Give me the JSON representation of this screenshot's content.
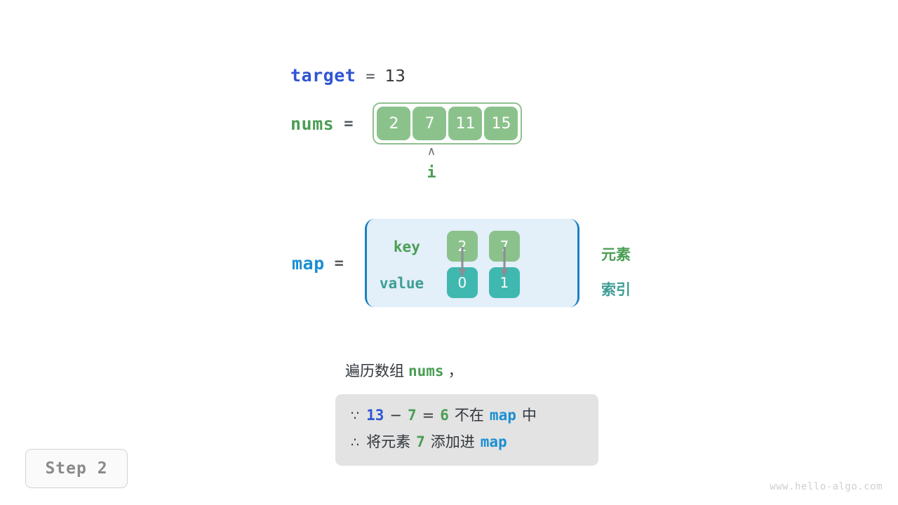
{
  "title": "Two Sum hash map walkthrough",
  "colors": {
    "target_blue": "#2f55d4",
    "nums_green": "#4a9e54",
    "map_blue": "#1b8fd2",
    "cell_green": "#8bc28c",
    "cell_teal": "#3fb8b0",
    "map_bg": "#e3eff9",
    "box_gray": "#e3e3e3"
  },
  "target": {
    "label": "target",
    "equals": "=",
    "value": "13"
  },
  "nums": {
    "label": "nums",
    "equals": "=",
    "values": [
      "2",
      "7",
      "11",
      "15"
    ]
  },
  "pointer": {
    "caret": "∧",
    "name": "i",
    "index": 1
  },
  "map": {
    "label": "map",
    "equals": "=",
    "row_labels": {
      "key": "key",
      "value": "value"
    },
    "entries": [
      {
        "key": "2",
        "value": "0"
      },
      {
        "key": "7",
        "value": "1"
      }
    ],
    "annotations": {
      "element": "元素",
      "index": "索引"
    }
  },
  "caption": {
    "prefix": "遍历数组",
    "code": "nums",
    "suffix": "，"
  },
  "reasoning": {
    "line1": {
      "symbol": "∵",
      "a": "13",
      "minus": "−",
      "b": "7",
      "eq": "=",
      "result": "6",
      "text": "不在",
      "map": "map",
      "tail": "中"
    },
    "line2": {
      "symbol": "∴",
      "text": "将元素",
      "element": "7",
      "text2": "添加进",
      "map": "map"
    }
  },
  "step_badge": "Step 2",
  "watermark": "www.hello-algo.com"
}
